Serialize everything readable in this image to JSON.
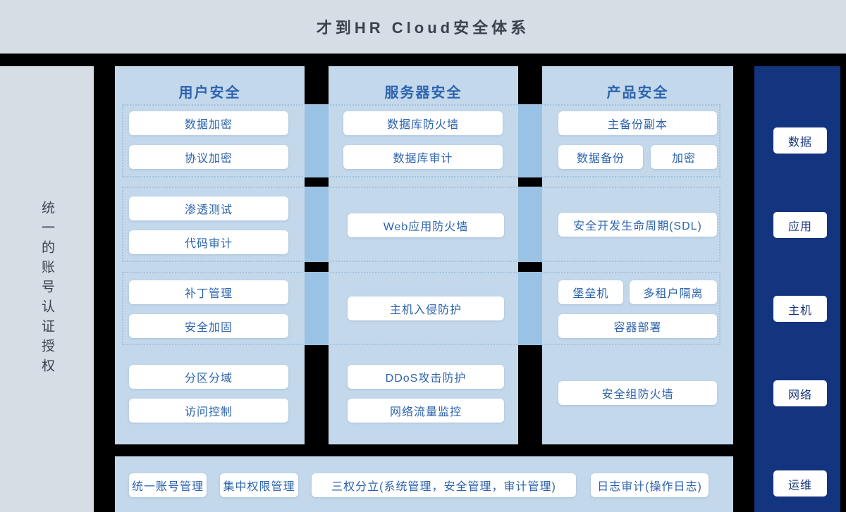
{
  "header": {
    "title": "才到HR Cloud安全体系"
  },
  "left_sidebar": {
    "label": "统一的账号认证授权"
  },
  "columns": [
    {
      "title": "用户安全",
      "groups": [
        {
          "items": [
            "数据加密",
            "协议加密"
          ]
        },
        {
          "items": [
            "渗透测试",
            "代码审计"
          ]
        },
        {
          "items": [
            "补丁管理",
            "安全加固"
          ]
        },
        {
          "items": [
            "分区分域",
            "访问控制"
          ]
        }
      ]
    },
    {
      "title": "服务器安全",
      "groups": [
        {
          "items": [
            "数据库防火墙",
            "数据库审计"
          ]
        },
        {
          "items": [
            "Web应用防火墙"
          ]
        },
        {
          "items": [
            "主机入侵防护"
          ]
        },
        {
          "items": [
            "DDoS攻击防护",
            "网络流量监控"
          ]
        }
      ]
    },
    {
      "title": "产品安全",
      "groups": [
        {
          "items": [
            "主备份副本",
            "数据备份",
            "加密"
          ]
        },
        {
          "items": [
            "安全开发生命周期(SDL)"
          ]
        },
        {
          "items": [
            "堡垒机",
            "多租户隔离",
            "容器部署"
          ]
        },
        {
          "items": [
            "安全组防火墙"
          ]
        }
      ]
    }
  ],
  "right_sidebar": {
    "items": [
      "数据",
      "应用",
      "主机",
      "网络",
      "运维"
    ]
  },
  "bottom_bar": {
    "items": [
      "统一账号管理",
      "集中权限管理",
      "三权分立(系统管理，安全管理，审计管理)",
      "日志审计(操作日志)"
    ]
  },
  "colors": {
    "header_bg": "#d6dde4",
    "panel_blue": "#c3d8eb",
    "connector_blue": "#9ac2e4",
    "navy": "#13347e",
    "chip_text_blue": "#2c63ae",
    "header_text": "#3a424e",
    "background": "#000000"
  }
}
